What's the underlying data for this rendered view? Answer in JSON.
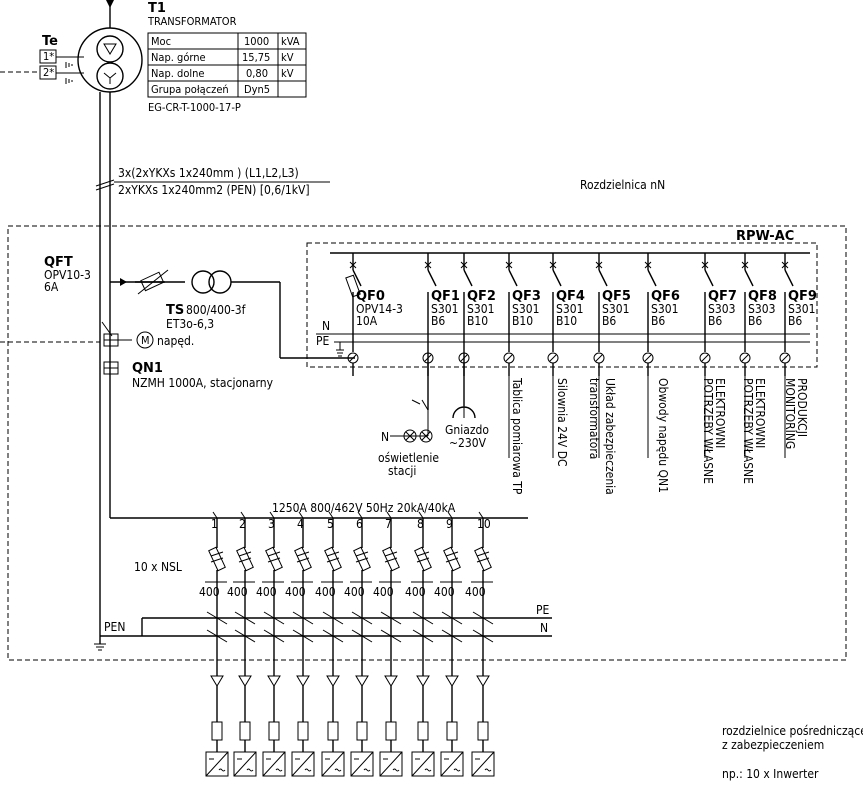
{
  "transformer": {
    "id": "T1",
    "name": "TRANSFORMATOR",
    "table": [
      [
        "Moc",
        "1000",
        "kVA"
      ],
      [
        "Nap. górne",
        "15,75",
        "kV"
      ],
      [
        "Nap. dolne",
        "0,80",
        "kV"
      ],
      [
        "Grupa połączeń",
        "Dyn5",
        ""
      ]
    ],
    "code": "EG-CR-T-1000-17-P"
  },
  "te": {
    "label": "Te",
    "terminals": [
      "1*",
      "2*"
    ]
  },
  "cable": {
    "line1": "3x(2xYKXs  1x240mm  ) (L1,L2,L3)",
    "line2": "2xYKXs  1x240mm2 (PEN)   [0,6/1kV]"
  },
  "switchgear_label": "Rozdzielnica  nN",
  "panel_label": "RPW-AC",
  "qft": {
    "id": "QFT",
    "type": "OPV10-3",
    "rating": "6A"
  },
  "ts": {
    "id": "TS",
    "rating": "800/400-3f",
    "type": "ET3o-6,3"
  },
  "qn1": {
    "id": "QN1",
    "type": "NZMH  1000A, stacjonarny",
    "drive_symbol": "M",
    "drive_label": "napęd."
  },
  "pe_label": "PE",
  "n_label": "N",
  "breakers": [
    {
      "id": "QF0",
      "type": "OPV14-3",
      "rating": "10A"
    },
    {
      "id": "QF1",
      "type": "S301",
      "rating": "B6"
    },
    {
      "id": "QF2",
      "type": "S301",
      "rating": "B10"
    },
    {
      "id": "QF3",
      "type": "S301",
      "rating": "B10"
    },
    {
      "id": "QF4",
      "type": "S301",
      "rating": "B10"
    },
    {
      "id": "QF5",
      "type": "S301",
      "rating": "B6"
    },
    {
      "id": "QF6",
      "type": "S301",
      "rating": "B6"
    },
    {
      "id": "QF7",
      "type": "S303",
      "rating": "B6"
    },
    {
      "id": "QF8",
      "type": "S303",
      "rating": "B6"
    },
    {
      "id": "QF9",
      "type": "S301",
      "rating": "B6"
    }
  ],
  "circuits": [
    "Tablica  pomiarowa  TP",
    "Silownia  24V  DC",
    "transformatora",
    "Układ  zabezpieczenia",
    "Obwody  napędu  QN1",
    "POTRZEBY  WŁASNE",
    "ELEKTROWNI",
    "POTRZEBY  WŁASNE",
    "ELEKTROWNI",
    "MONITORING",
    "PRODUKCJI"
  ],
  "lighting": {
    "n": "N",
    "line1": "oświetlenie",
    "line2": "stacji"
  },
  "socket": {
    "line1": "Gniazdo",
    "line2": "~230V"
  },
  "busbar": {
    "spec": "1250A   800/462V  50Hz  20kA/40kA",
    "numbers": [
      "1",
      "2",
      "3",
      "4",
      "5",
      "6",
      "7",
      "8",
      "9",
      "10"
    ]
  },
  "nsl": {
    "label": "10  x  NSL",
    "fuse": "400"
  },
  "pen": {
    "label": "PEN",
    "pe": "PE",
    "n": "N"
  },
  "note": {
    "line1": "rozdzielnice  pośredniczące",
    "line2": "z  zabezpieczeniem",
    "line3": "np.:  10  x  Inwerter"
  }
}
